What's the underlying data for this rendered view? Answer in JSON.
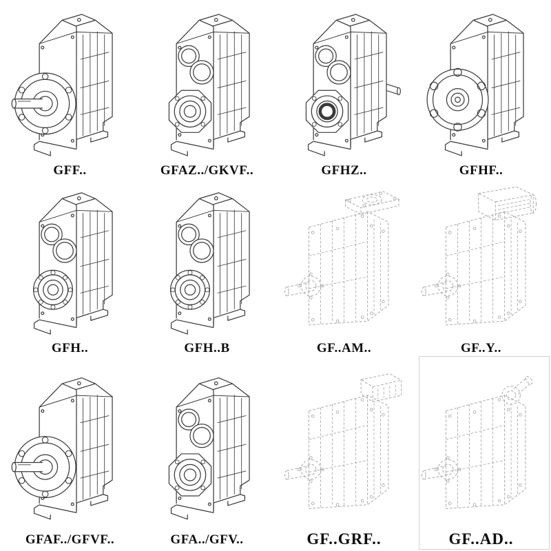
{
  "colors": {
    "background": "#ffffff",
    "line": "#3a3a3a",
    "line_light": "#a8a8a8"
  },
  "items": [
    {
      "id": "gff",
      "label": "GFF..",
      "variant": "flange-mounted-with-shaft"
    },
    {
      "id": "gfaz-gkvf",
      "label": "GFAZ../GKVF..",
      "variant": "hollow-shaft-boss"
    },
    {
      "id": "gfhz",
      "label": "GFHZ..",
      "variant": "hollow-shaft-dark-bearing"
    },
    {
      "id": "gfhf",
      "label": "GFHF..",
      "variant": "flange-hollow-shaft"
    },
    {
      "id": "gfh",
      "label": "GFH..",
      "variant": "hollow-shaft-bearing"
    },
    {
      "id": "gfh-b",
      "label": "GFH..B",
      "variant": "hollow-shaft-bearing-foot"
    },
    {
      "id": "gf-am",
      "label": "GF..AM..",
      "variant": "input-flange-adapter-dashed"
    },
    {
      "id": "gf-y",
      "label": "GF..Y..",
      "variant": "motor-mounted-dashed"
    },
    {
      "id": "gfaf-gfvf",
      "label": "GFAF../GFVF..",
      "variant": "flange-mounted-with-shaft"
    },
    {
      "id": "gfa-gfv",
      "label": "GFA../GFV..",
      "variant": "hollow-shaft-boss"
    },
    {
      "id": "gf-grf",
      "label": "GF..GRF..",
      "variant": "gear-adapter-dashed"
    },
    {
      "id": "gf-ad",
      "label": "GF..AD..",
      "variant": "input-shaft-adapter-dashed"
    }
  ]
}
